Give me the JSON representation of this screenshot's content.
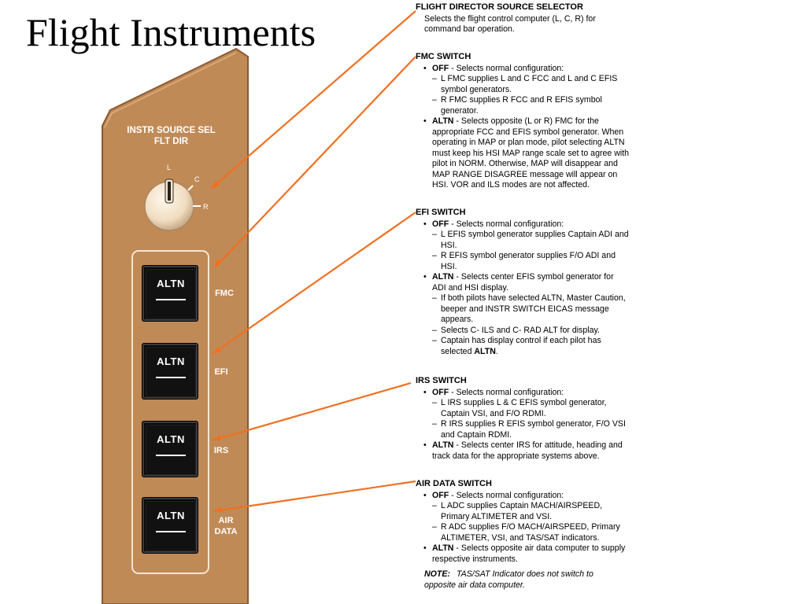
{
  "title": "Flight Instruments",
  "panel": {
    "header_line1": "INSTR SOURCE SEL",
    "header_line2": "FLT DIR",
    "knob_positions": [
      "L",
      "C",
      "R"
    ],
    "switches": [
      {
        "button": "ALTN",
        "label_line1": "FMC",
        "label_line2": ""
      },
      {
        "button": "ALTN",
        "label_line1": "EFI",
        "label_line2": ""
      },
      {
        "button": "ALTN",
        "label_line1": "IRS",
        "label_line2": ""
      },
      {
        "button": "ALTN",
        "label_line1": "AIR",
        "label_line2": "DATA"
      }
    ],
    "colors": {
      "panel": "#c08a57",
      "panel_edge": "#8a5a30",
      "callout": "#f07020"
    }
  },
  "sections": {
    "fds": {
      "heading": "FLIGHT DIRECTOR SOURCE SELECTOR",
      "line1": "Selects the flight control computer (L, C, R) for",
      "line2": "command bar operation."
    },
    "fmc": {
      "heading": "FMC SWITCH",
      "off_key": "OFF",
      "off_text": " - Selects normal configuration:",
      "off_d1": "L FMC supplies L and C FCC and L and C EFIS",
      "off_d1b": "symbol generators.",
      "off_d2": "R FMC supplies R FCC and R EFIS symbol",
      "off_d2b": "generator.",
      "altn_key": "ALTN",
      "altn_l1": " - Selects opposite (L or R) FMC for the",
      "altn_l2": "appropriate FCC and EFIS symbol generator. When",
      "altn_l3": "operating in MAP or plan mode, pilot selecting ALTN",
      "altn_l4": "must keep his HSI MAP range scale set to agree with",
      "altn_l5": "pilot in NORM. Otherwise, MAP will disappear and",
      "altn_l6": "MAP RANGE DISAGREE message will appear on",
      "altn_l7": "HSI. VOR and ILS modes are not affected."
    },
    "efi": {
      "heading": "EFI SWITCH",
      "off_key": "OFF",
      "off_text": " - Selects normal configuration:",
      "off_d1": "L EFIS symbol generator supplies Captain ADI and",
      "off_d1b": "HSI.",
      "off_d2": "R EFIS symbol generator supplies F/O ADI and",
      "off_d2b": "HSI.",
      "altn_key": "ALTN",
      "altn_l1": " - Selects center EFIS symbol generator for",
      "altn_l2": "ADI and HSI display.",
      "altn_d1": "If both pilots have selected ALTN, Master Caution,",
      "altn_d1b": "beeper and INSTR SWITCH EICAS message",
      "altn_d1c": "appears.",
      "altn_d2": "Selects C- ILS and C- RAD ALT for display.",
      "altn_d3": "Captain has display control if each pilot has",
      "altn_d3b": "selected ",
      "altn_d3c": "ALTN",
      "altn_d3d": "."
    },
    "irs": {
      "heading": "IRS SWITCH",
      "off_key": "OFF",
      "off_text": " - Selects normal configuration:",
      "off_d1": "L IRS supplies L & C EFIS symbol generator,",
      "off_d1b": "Captain VSI, and F/O RDMI.",
      "off_d2": "R IRS supplies R EFIS symbol generator, F/O VSI",
      "off_d2b": "and Captain RDMI.",
      "altn_key": "ALTN",
      "altn_l1": " - Selects center IRS for attitude, heading and",
      "altn_l2": "track data for the appropriate systems above."
    },
    "air": {
      "heading": "AIR DATA SWITCH",
      "off_key": "OFF",
      "off_text": " - Selects normal configuration:",
      "off_d1": "L ADC supplies Captain MACH/AIRSPEED,",
      "off_d1b": "Primary ALTIMETER and VSI.",
      "off_d2": "R ADC supplies F/O MACH/AIRSPEED, Primary",
      "off_d2b": "ALTIMETER, VSI, and TAS/SAT indicators.",
      "altn_key": "ALTN",
      "altn_l1": " - Selects opposite air data computer to supply",
      "altn_l2": "respective instruments.",
      "note_key": "NOTE:",
      "note_l1": "TAS/SAT Indicator does not switch to",
      "note_l2": "opposite air data computer."
    }
  }
}
